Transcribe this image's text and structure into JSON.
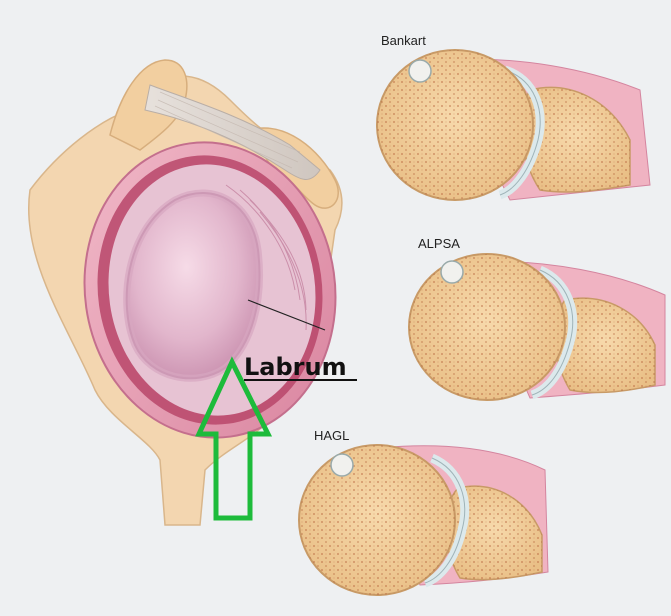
{
  "labels": {
    "bankart": "Bankart",
    "alpsa": "ALPSA",
    "hagl": "HAGL",
    "labrum": "Labrum"
  },
  "colors": {
    "background": "#eef0f2",
    "arrow": "#1dbb3b",
    "bone": "#f2cfa0",
    "tissue_pink": "#e9a3b8",
    "cartilage": "#dce9ec"
  },
  "icons": {
    "arrow": "arrow-up-outline-icon"
  }
}
